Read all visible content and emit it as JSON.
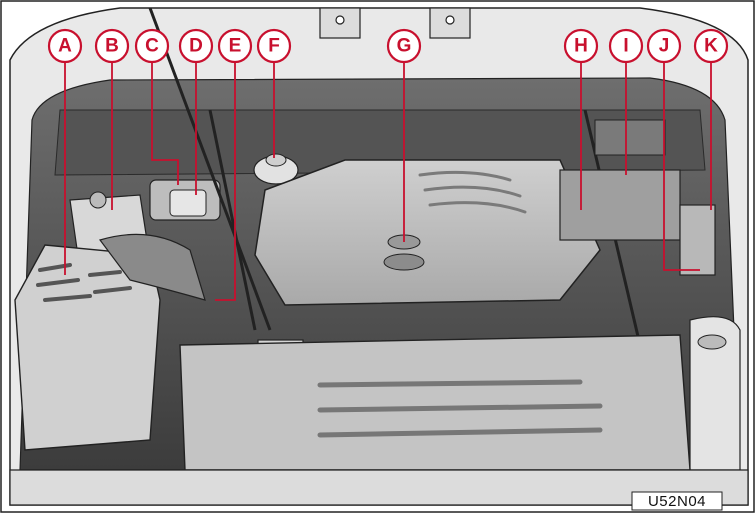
{
  "diagram": {
    "figure_code": "U52N04",
    "accent_color": "#c8102e",
    "callouts": [
      {
        "letter": "A"
      },
      {
        "letter": "B"
      },
      {
        "letter": "C"
      },
      {
        "letter": "D"
      },
      {
        "letter": "E"
      },
      {
        "letter": "F"
      },
      {
        "letter": "G"
      },
      {
        "letter": "H"
      },
      {
        "letter": "I"
      },
      {
        "letter": "J"
      },
      {
        "letter": "K"
      }
    ]
  }
}
